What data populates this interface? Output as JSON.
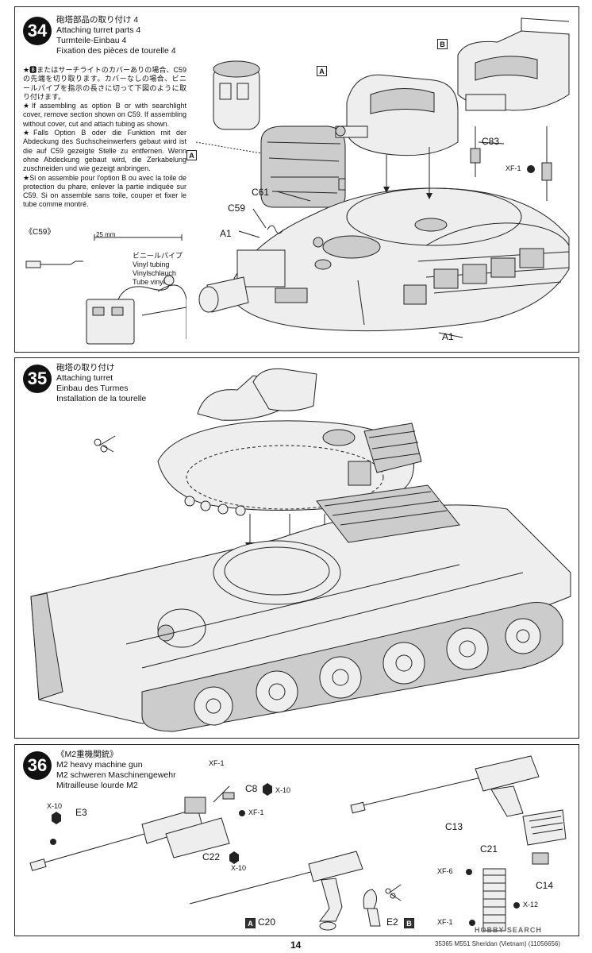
{
  "step34": {
    "number": "34",
    "title_jp": "砲塔部品の取り付け 4",
    "title_en": "Attaching turret parts 4",
    "title_de": "Turmteile-Einbau 4",
    "title_fr": "Fixation des pièces de tourelle 4",
    "instructions": [
      "★🅱またはサーチライトのカバーありの場合、C59の先端を切り取ります。カバーなしの場合、ビニールパイプを指示の長さに切って下図のように取り付けます。",
      "★If assembling as option B or with searchlight cover, remove section shown on C59. If assembling without cover, cut and attach tubing as shown.",
      "★Falls Option B oder die Funktion mit der Abdeckung des Suchscheinwerfers gebaut wird ist die auf C59 gezeigte Stelle zu entfernen. Wenn ohne Abdeckung gebaut wird, die Zerkabelung zuschneiden und wie gezeigt anbringen.",
      "★Si on assemble pour l'option B ou avec la toile de protection du phare, enlever la partie indiquée sur C59. Si on assemble sans toile, couper et fixer le tube comme montré."
    ],
    "c59_label": "《C59》",
    "scale": "25 mm",
    "tubing_jp": "ビニールパイプ",
    "tubing_en": "Vinyl tubing",
    "tubing_de": "Vinylschlauch",
    "tubing_fr": "Tube vinyle",
    "labels": {
      "a_left": "A",
      "a_top": "A",
      "b_top": "B",
      "c61": "C61",
      "c59": "C59",
      "a1_left": "A1",
      "a1_bottom": "A1",
      "c83": "C83",
      "xf1": "XF-1"
    }
  },
  "step35": {
    "number": "35",
    "title_jp": "砲塔の取り付け",
    "title_en": "Attaching turret",
    "title_de": "Einbau des Turmes",
    "title_fr": "Installation de la tourelle"
  },
  "step36": {
    "number": "36",
    "title_jp": "《M2重機関銃》",
    "title_en": "M2 heavy machine gun",
    "title_de": "M2 schweren Maschinengewehr",
    "title_fr": "Mitrailleuse lourde M2",
    "labels": {
      "xf1_a": "XF-1",
      "c8": "C8",
      "x10_a": "X-10",
      "xf1_b": "XF-1",
      "x10_b": "X-10",
      "e3": "E3",
      "x10_c": "X-10",
      "c22": "C22",
      "c13": "C13",
      "c21": "C21",
      "xf6": "XF-6",
      "c14": "C14",
      "x12": "X-12",
      "xf1_c": "XF-1",
      "opt_a": "A",
      "c20": "C20",
      "e2": "E2",
      "opt_b": "B"
    }
  },
  "footer": {
    "page_number": "14",
    "code": "35365  M551 Sheridan (Vietnam) (11056656)",
    "watermark": "HOBBY SEARCH"
  }
}
